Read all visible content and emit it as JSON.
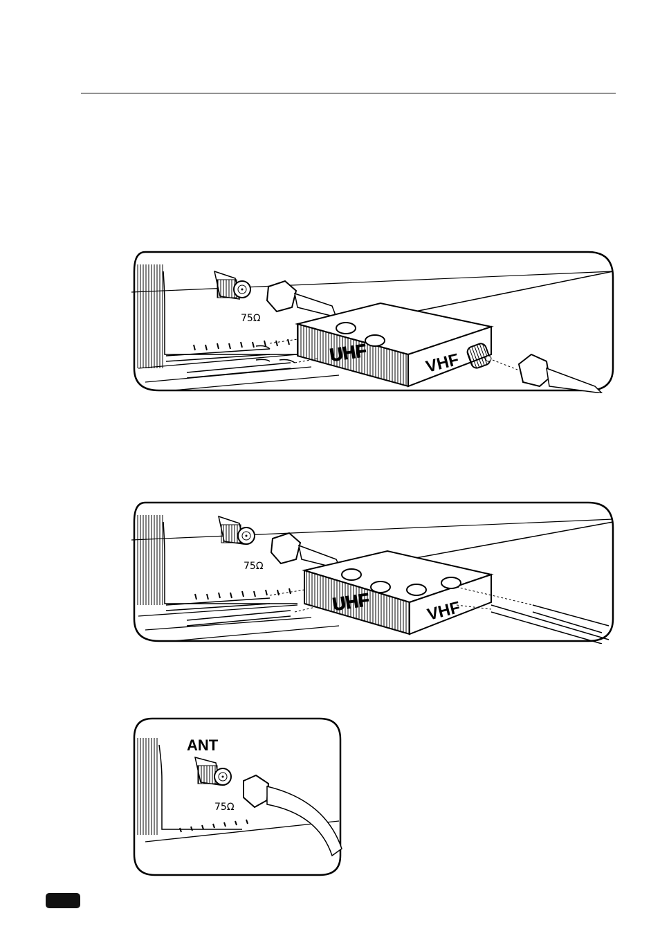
{
  "figures": [
    {
      "labels": {
        "ohm": "75Ω",
        "uhf": "UHF",
        "vhf": "VHF"
      }
    },
    {
      "labels": {
        "ohm": "75Ω",
        "uhf": "UHF",
        "vhf": "VHF"
      }
    },
    {
      "labels": {
        "ant": "ANT",
        "ohm": "75Ω"
      }
    }
  ],
  "colors": {
    "ink": "#000000",
    "paper": "#ffffff",
    "tab": "#111111"
  }
}
